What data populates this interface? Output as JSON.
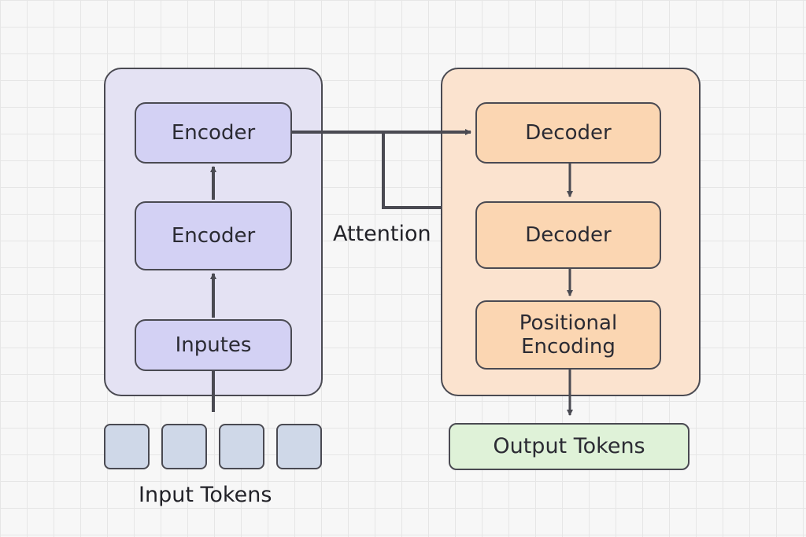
{
  "encoder_stack": {
    "blocks": [
      "Encoder",
      "Encoder"
    ],
    "input_block": "Inputes"
  },
  "decoder_stack": {
    "blocks": [
      "Decoder",
      "Decoder"
    ],
    "positional_block": "Positional\nEncoding"
  },
  "attention_label": "Attention",
  "input_tokens": {
    "label": "Input Tokens",
    "count": 4
  },
  "output_tokens": {
    "label": "Output Tokens"
  },
  "colors": {
    "encoder_panel": "#e4e2f3",
    "encoder_block": "#d3d1f4",
    "decoder_panel": "#fbe3cf",
    "decoder_block": "#fbd6b2",
    "token": "#cfd8e8",
    "output": "#dff2d8",
    "line": "#4a4a52"
  }
}
